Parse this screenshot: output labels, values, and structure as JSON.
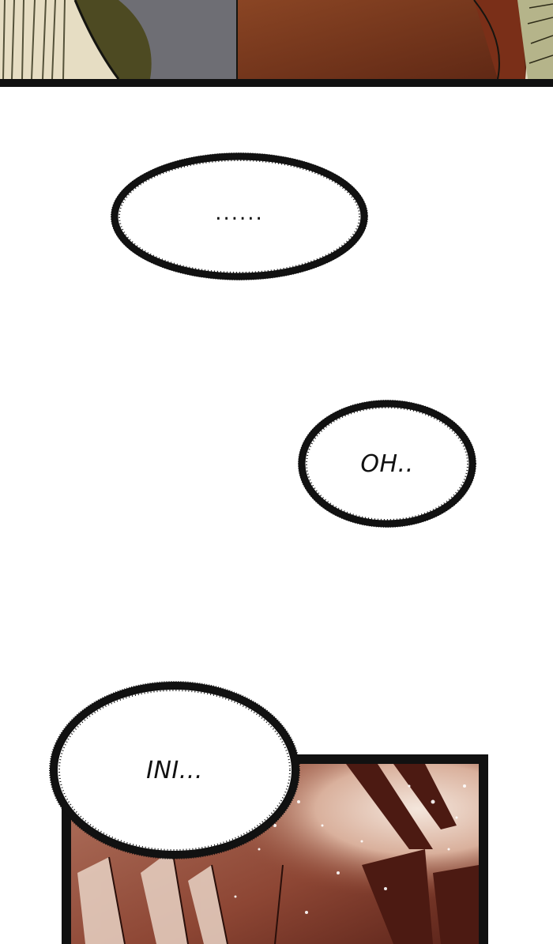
{
  "bubbles": [
    {
      "text": "......"
    },
    {
      "text": "OH.."
    },
    {
      "text": "INI..."
    }
  ],
  "colors": {
    "background": "#ffffff",
    "ink": "#111111",
    "top_panel_tones": [
      "#e3dcc4",
      "#5f5a32",
      "#6f6f74",
      "#7e3c1f",
      "#b6b88a"
    ],
    "bottom_panel_tones": [
      "#6d2a1c",
      "#a65e45",
      "#e7c8b6",
      "#3a1812"
    ]
  },
  "panels": {
    "top": {
      "description_icon": "comic-art-panel"
    },
    "bottom": {
      "description_icon": "comic-art-panel"
    }
  }
}
